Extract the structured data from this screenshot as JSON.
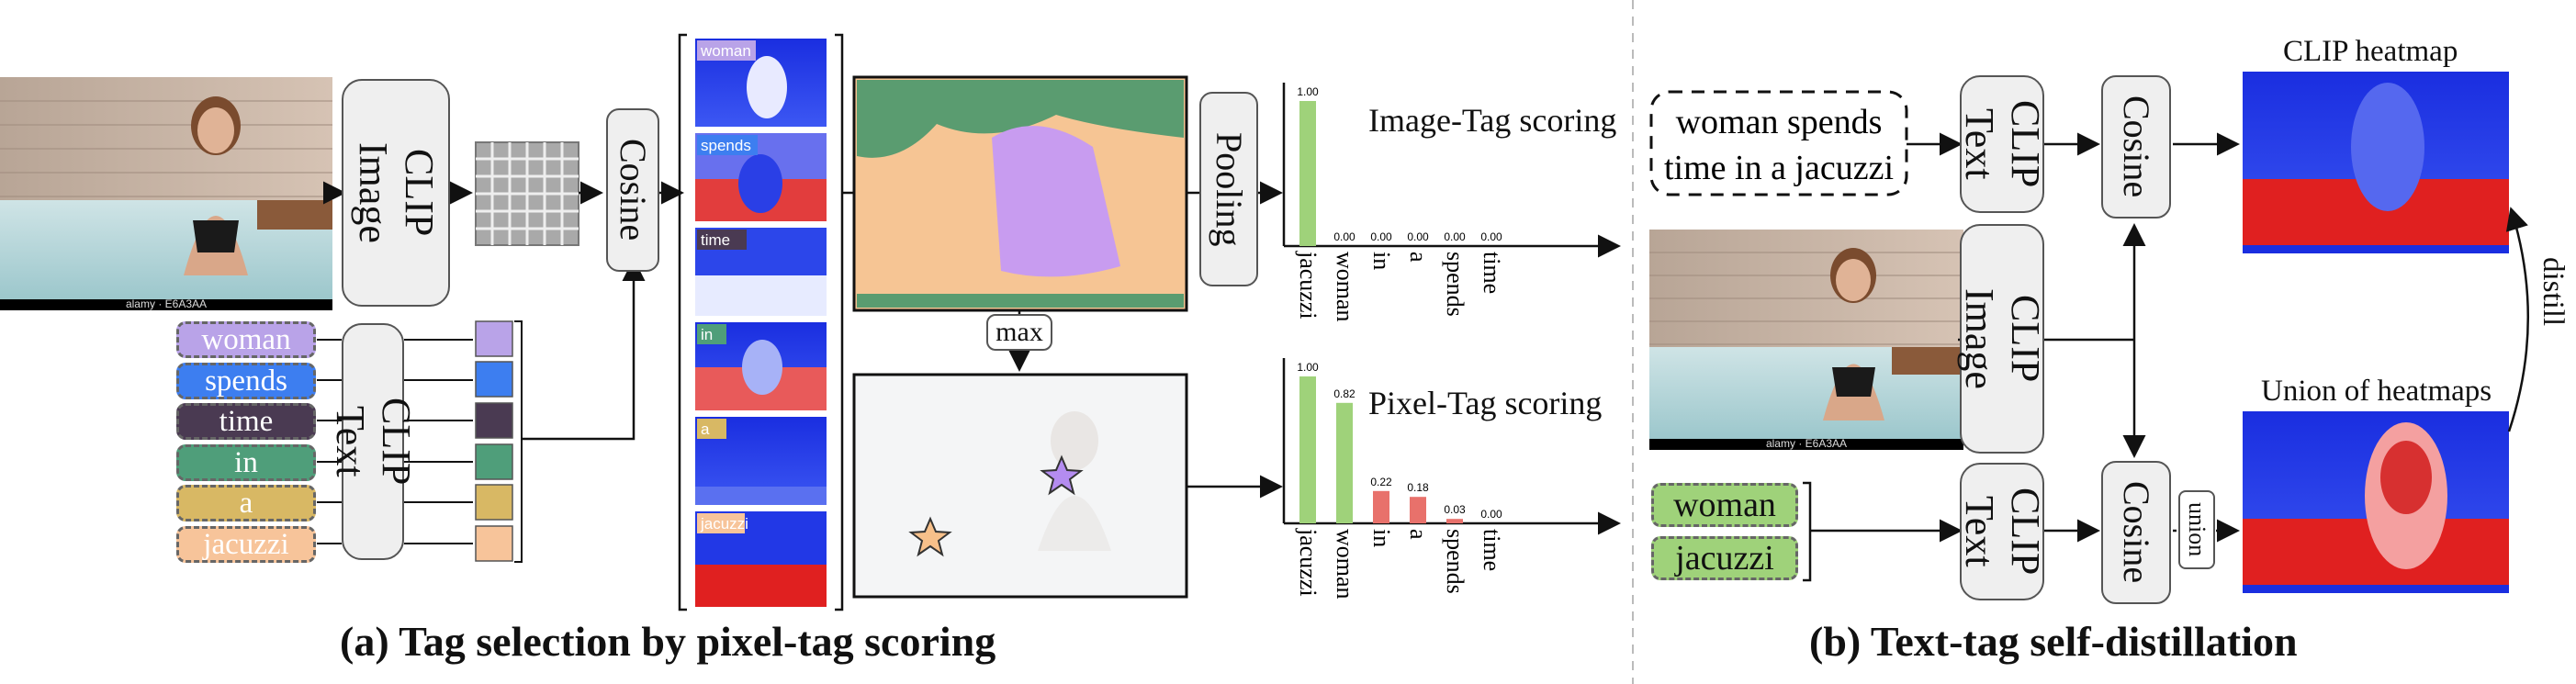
{
  "left": {
    "clip_image": "CLIP\nImage",
    "cosine": "Cosine",
    "clip_text": "CLIP\nText",
    "pooling": "Pooling",
    "max": "max",
    "photo_watermark": "alamy · E6A3AA",
    "tags": [
      {
        "text": "woman",
        "color": "#b9a3e8"
      },
      {
        "text": "spends",
        "color": "#3d7ef0"
      },
      {
        "text": "time",
        "color": "#4a3a52"
      },
      {
        "text": "in",
        "color": "#4f9e7a"
      },
      {
        "text": "a",
        "color": "#d8b864"
      },
      {
        "text": "jacuzzi",
        "color": "#f7c49a"
      }
    ],
    "heatmap_labels": [
      "woman",
      "spends",
      "time",
      "in",
      "a",
      "jacuzzi"
    ],
    "image_tag_title": "Image-Tag scoring",
    "pixel_tag_title": "Pixel-Tag scoring",
    "caption": "(a) Tag selection by pixel-tag scoring"
  },
  "right": {
    "sentence_line1": "woman spends",
    "sentence_line2": "time in a jacuzzi",
    "clip_text": "CLIP\nText",
    "clip_image": "CLIP\nImage",
    "cosine": "Cosine",
    "union": "union",
    "distill": "distill",
    "clip_heatmap": "CLIP heatmap",
    "union_heatmaps": "Union of heatmaps",
    "tags": [
      "woman",
      "jacuzzi"
    ],
    "caption": "(b) Text-tag self-distillation"
  },
  "chart_data": [
    {
      "type": "bar",
      "title": "Image-Tag scoring",
      "categories": [
        "jacuzzi",
        "woman",
        "in",
        "a",
        "spends",
        "time"
      ],
      "values": [
        1.0,
        0.0,
        0.0,
        0.0,
        0.0,
        0.0
      ],
      "value_labels": [
        "1.00",
        "0.00",
        "0.00",
        "0.00",
        "0.00",
        "0.00"
      ],
      "colors": [
        "#9fd27a",
        "#e8716b",
        "#e8716b",
        "#e8716b",
        "#e8716b",
        "#e8716b"
      ],
      "ylim": [
        0,
        1
      ]
    },
    {
      "type": "bar",
      "title": "Pixel-Tag scoring",
      "categories": [
        "jacuzzi",
        "woman",
        "in",
        "a",
        "spends",
        "time"
      ],
      "values": [
        1.0,
        0.82,
        0.22,
        0.18,
        0.03,
        0.0
      ],
      "value_labels": [
        "1.00",
        "0.82",
        "0.22",
        "0.18",
        "0.03",
        "0.00"
      ],
      "colors": [
        "#9fd27a",
        "#9fd27a",
        "#e8716b",
        "#e8716b",
        "#e8716b",
        "#e8716b"
      ],
      "ylim": [
        0,
        1
      ]
    }
  ]
}
